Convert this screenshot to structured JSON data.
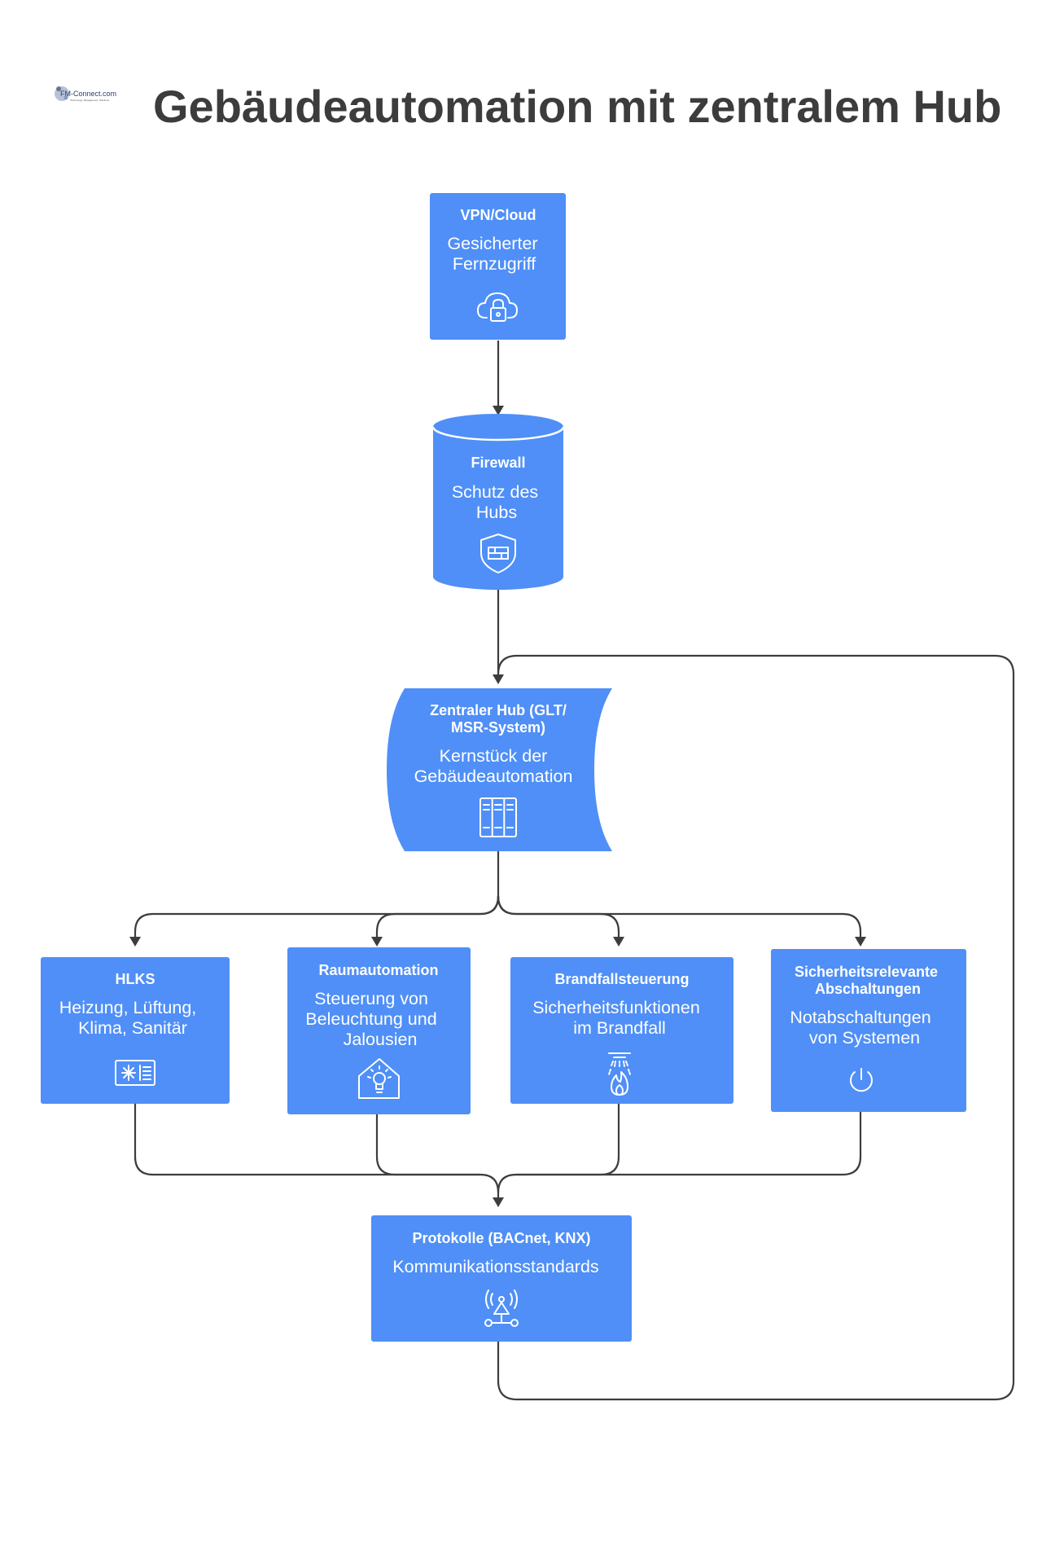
{
  "logo": {
    "text": "FM-Connect.com",
    "tagline": "Technology. Management. Solutions."
  },
  "title": "Gebäudeautomation mit zentralem Hub",
  "nodes": {
    "vpn": {
      "title": "VPN/Cloud",
      "lines": [
        "Gesicherter",
        "Fernzugriff"
      ],
      "icon": "cloud-lock-icon"
    },
    "firewall": {
      "title": "Firewall",
      "lines": [
        "Schutz des",
        "Hubs"
      ],
      "icon": "shield-firewall-icon"
    },
    "hub": {
      "title_lines": [
        "Zentraler Hub (GLT/",
        "MSR-System)"
      ],
      "lines": [
        "Kernstück der",
        "Gebäudeautomation"
      ],
      "icon": "server-rack-icon"
    },
    "hlks": {
      "title": "HLKS",
      "lines": [
        "Heizung, Lüftung,",
        "Klima, Sanitär"
      ],
      "icon": "air-conditioner-icon"
    },
    "raum": {
      "title": "Raumautomation",
      "lines": [
        "Steuerung von",
        "Beleuchtung und",
        "Jalousien"
      ],
      "icon": "smart-home-bulb-icon"
    },
    "brand": {
      "title": "Brandfallsteuerung",
      "lines": [
        "Sicherheitsfunktionen",
        "im Brandfall"
      ],
      "icon": "sprinkler-fire-icon"
    },
    "sicherheit": {
      "title_lines": [
        "Sicherheitsrelevante",
        "Abschaltungen"
      ],
      "lines": [
        "Notabschaltungen",
        "von Systemen"
      ],
      "icon": "power-icon"
    },
    "protokolle": {
      "title": "Protokolle (BACnet, KNX)",
      "lines": [
        "Kommunikationsstandards"
      ],
      "icon": "antenna-network-icon"
    }
  },
  "colors": {
    "node": "#4f8ff7",
    "edge": "#3d3d3d",
    "title": "#3c3c3c",
    "text": "#ffffff"
  }
}
